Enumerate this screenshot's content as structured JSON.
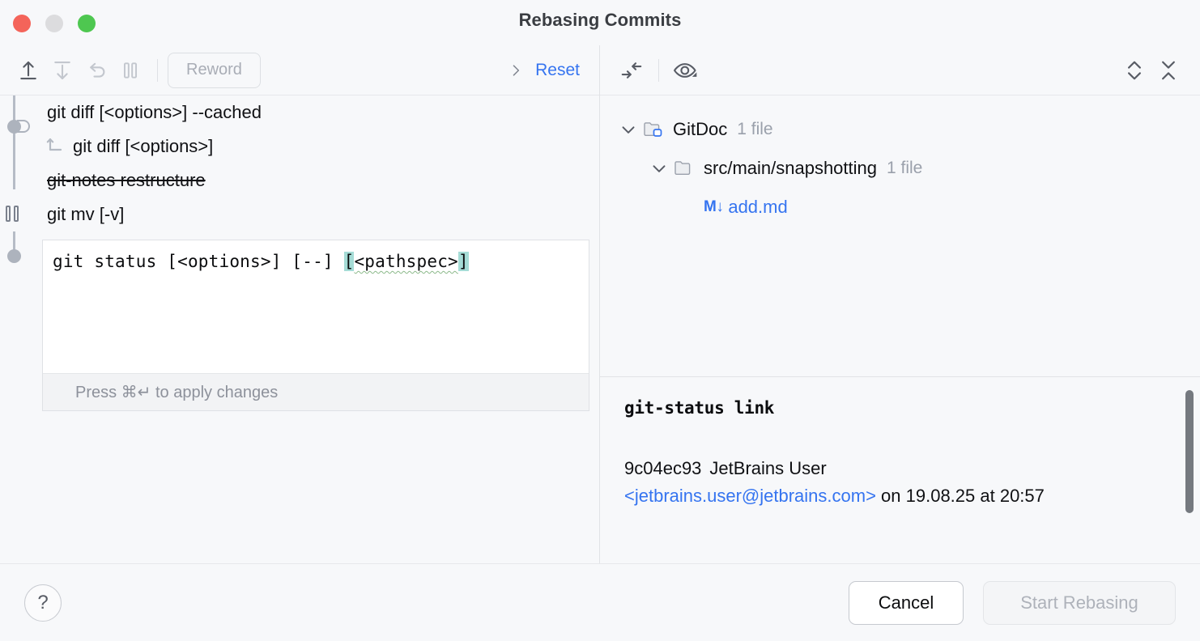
{
  "window": {
    "title": "Rebasing Commits",
    "traffic_lights": [
      "close",
      "minimize",
      "maximize"
    ]
  },
  "left_toolbar": {
    "icons": [
      {
        "name": "move-up-icon",
        "enabled": true
      },
      {
        "name": "move-down-icon",
        "enabled": false
      },
      {
        "name": "undo-icon",
        "enabled": false
      },
      {
        "name": "stop-to-edit-icon",
        "enabled": false
      }
    ],
    "reword_label": "Reword",
    "reset_label": "Reset",
    "reset_chevron": "chevron-right-icon"
  },
  "commits": [
    {
      "message": "git diff [<options>] --cached",
      "struck": false,
      "indented": false,
      "fixup": false
    },
    {
      "message": "git diff [<options>]",
      "struck": false,
      "indented": true,
      "fixup": true
    },
    {
      "message": "git-notes restructure",
      "struck": true,
      "indented": false,
      "fixup": false
    },
    {
      "message": "git mv [-v]",
      "struck": false,
      "indented": false,
      "fixup": false
    }
  ],
  "editor": {
    "prefix": "git status [<options>] [--] ",
    "open_bracket": "[",
    "highlighted_word": "<pathspec>",
    "close_bracket": "]",
    "hint": "Press ⌘↵ to apply changes"
  },
  "right_toolbar": {
    "icons": [
      {
        "name": "collapse-arrows-icon"
      },
      {
        "name": "eye-icon"
      },
      {
        "name": "expand-all-icon"
      },
      {
        "name": "collapse-all-icon"
      }
    ]
  },
  "file_tree": [
    {
      "label": "GitDoc",
      "count": "1 file",
      "icon": "module-folder-icon",
      "chevron": "chevron-down-icon",
      "depth": 0,
      "is_file": false
    },
    {
      "label": "src/main/snapshotting",
      "count": "1 file",
      "icon": "folder-icon",
      "chevron": "chevron-down-icon",
      "depth": 1,
      "is_file": false
    },
    {
      "label": "add.md",
      "count": "",
      "icon": "markdown-file-icon",
      "badge": "M↓",
      "depth": 2,
      "is_file": true
    }
  ],
  "details": {
    "subject": "git-status link",
    "hash": "9c04ec93",
    "author": "JetBrains User",
    "email": "<jetbrains.user@jetbrains.com>",
    "date_text": "on 19.08.25 at 20:57"
  },
  "footer": {
    "help_glyph": "?",
    "cancel_label": "Cancel",
    "start_label": "Start Rebasing"
  },
  "colors": {
    "accent_blue": "#3574f0",
    "background": "#f7f8fa",
    "bracket_highlight": "#a5dcd6",
    "strike_text": "#101114",
    "muted": "#9aa0ab"
  }
}
